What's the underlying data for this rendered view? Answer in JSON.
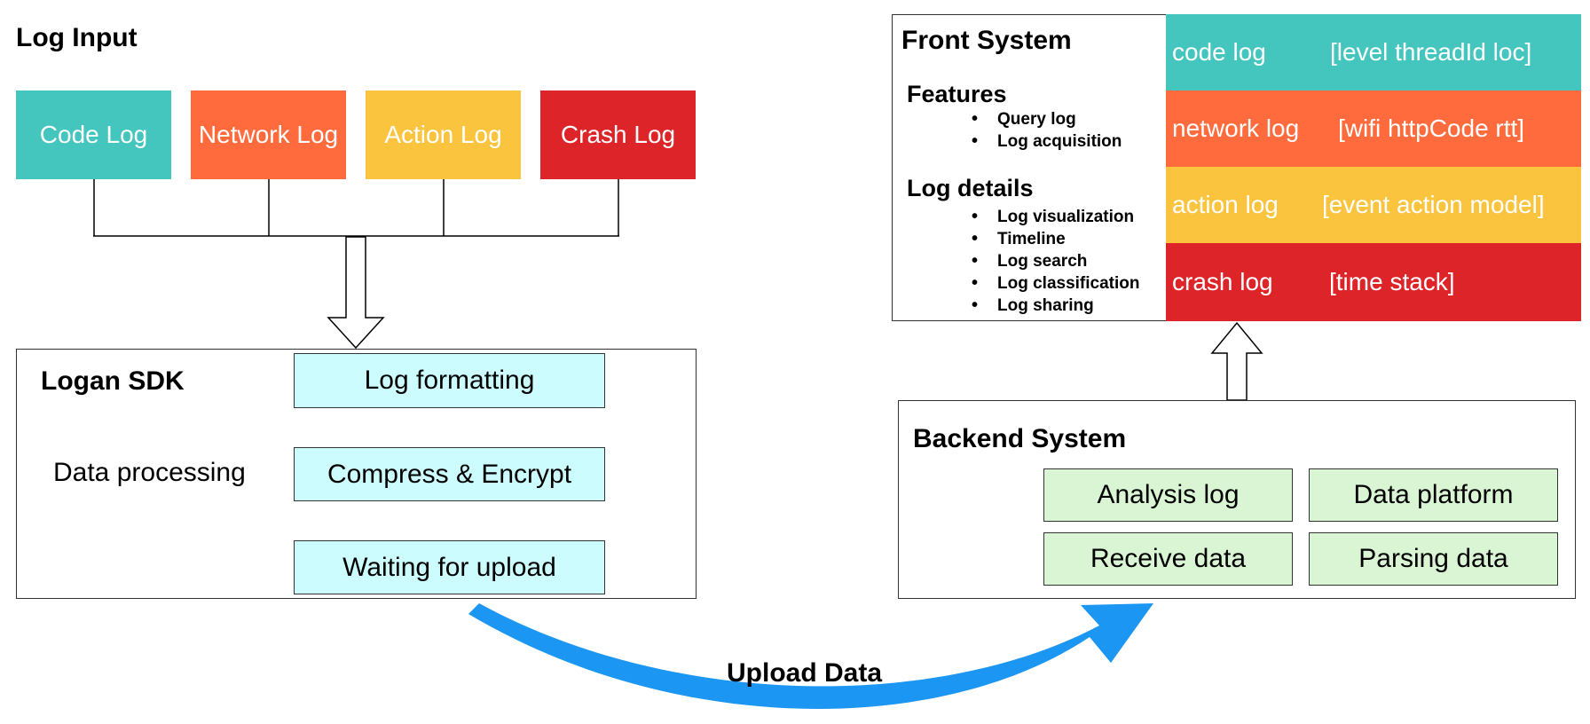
{
  "colors": {
    "teal": "#44c5bd",
    "orange": "#ff6b3d",
    "yellow": "#fac43f",
    "red": "#dd2429",
    "step_fill": "#ccfcfe",
    "backend_fill": "#d9f5d3",
    "upload_arrow": "#1b96f2"
  },
  "log_input": {
    "title": "Log Input",
    "boxes": [
      {
        "label": "Code Log"
      },
      {
        "label": "Network Log"
      },
      {
        "label": "Action Log"
      },
      {
        "label": "Crash Log"
      }
    ]
  },
  "sdk": {
    "title": "Logan SDK",
    "side_label": "Data processing",
    "steps": [
      "Log formatting",
      "Compress & Encrypt",
      "Waiting for upload"
    ]
  },
  "upload": {
    "label": "Upload Data"
  },
  "backend": {
    "title": "Backend System",
    "items": [
      "Analysis log",
      "Data platform",
      "Receive data",
      "Parsing data"
    ]
  },
  "front": {
    "title": "Front System",
    "features_heading": "Features",
    "features": [
      "Query log",
      "Log acquisition"
    ],
    "details_heading": "Log details",
    "details": [
      "Log visualization",
      "Timeline",
      "Log search",
      "Log classification",
      "Log sharing"
    ],
    "log_types": [
      {
        "name": "code log",
        "fields": "[level threadId loc]"
      },
      {
        "name": "network log",
        "fields": "[wifi httpCode rtt]"
      },
      {
        "name": "action log",
        "fields": "[event action model]"
      },
      {
        "name": "crash log",
        "fields": "[time stack]"
      }
    ]
  }
}
